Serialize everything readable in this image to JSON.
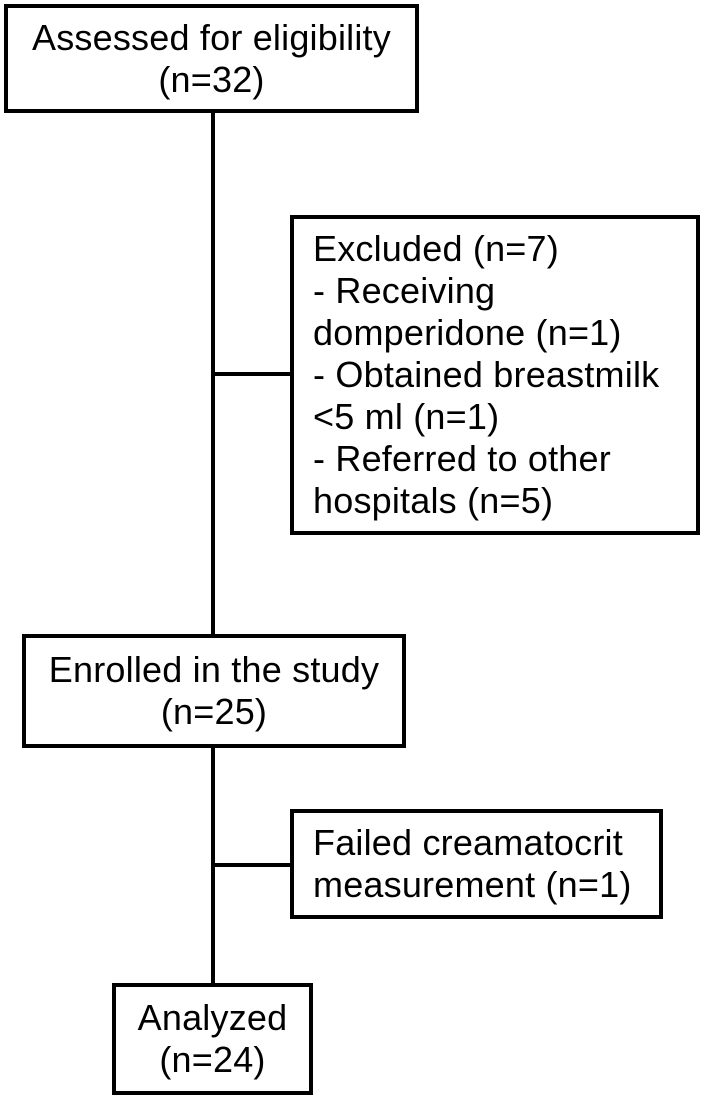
{
  "diagram": {
    "type": "flowchart",
    "colors": {
      "background": "#ffffff",
      "border": "#000000",
      "text": "#000000"
    },
    "nodes": {
      "assessed": {
        "lines": [
          "Assessed for eligibility",
          "(n=32)"
        ]
      },
      "excluded": {
        "lines": [
          "Excluded (n=7)",
          "- Receiving",
          "domperidone (n=1)",
          "- Obtained breastmilk",
          "<5 ml (n=1)",
          "- Referred to other",
          "hospitals (n=5)"
        ]
      },
      "enrolled": {
        "lines": [
          "Enrolled in the study",
          "(n=25)"
        ]
      },
      "failed": {
        "lines": [
          "Failed creamatocrit",
          "measurement (n=1)"
        ]
      },
      "analyzed": {
        "lines": [
          "Analyzed",
          "(n=24)"
        ]
      }
    },
    "edges": [
      {
        "from": "assessed",
        "to": "enrolled"
      },
      {
        "from": "assessed",
        "to": "excluded"
      },
      {
        "from": "enrolled",
        "to": "analyzed"
      },
      {
        "from": "enrolled",
        "to": "failed"
      }
    ]
  }
}
